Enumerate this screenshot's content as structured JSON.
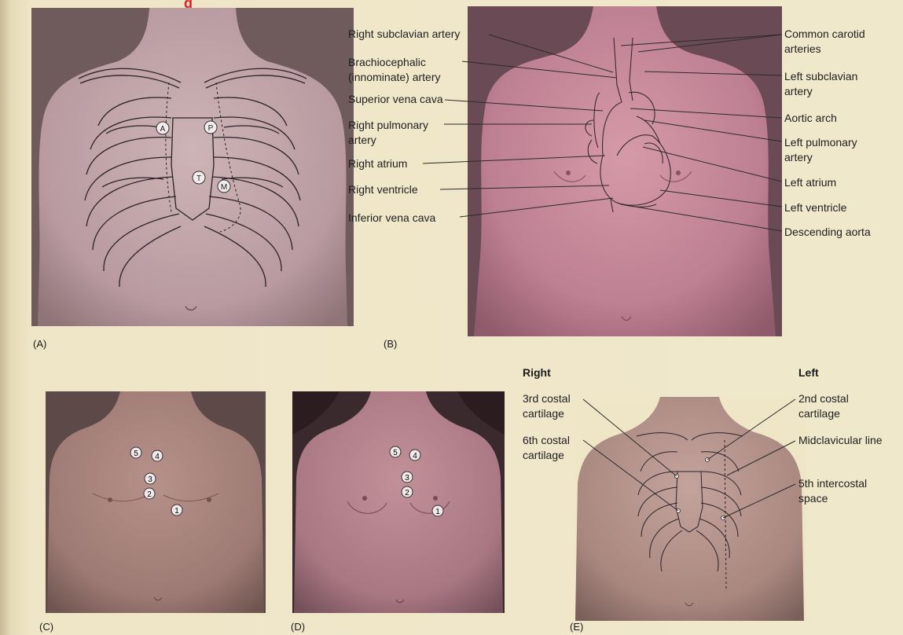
{
  "title_fragment": "g",
  "panels": {
    "A": {
      "label": "(A)",
      "markers": [
        "A",
        "P",
        "T",
        "M"
      ]
    },
    "B": {
      "label": "(B)",
      "left_labels": [
        "Right subclavian artery",
        "Brachiocephalic (innominate) artery",
        "Superior vena cava",
        "Right pulmonary artery",
        "Right atrium",
        "Right ventricle",
        "Inferior vena cava"
      ],
      "right_labels": [
        "Common carotid arteries",
        "Left subclavian artery",
        "Aortic arch",
        "Left pulmonary artery",
        "Left atrium",
        "Left ventricle",
        "Descending aorta"
      ]
    },
    "C": {
      "label": "(C)",
      "markers": [
        "5",
        "4",
        "3",
        "2",
        "1"
      ]
    },
    "D": {
      "label": "(D)",
      "markers": [
        "5",
        "4",
        "3",
        "2",
        "1"
      ]
    },
    "E": {
      "label": "(E)",
      "right_header": "Right",
      "left_header": "Left",
      "right_labels": [
        "3rd costal cartilage",
        "6th costal cartilage"
      ],
      "left_labels": [
        "2nd costal cartilage",
        "Midclavicular line",
        "5th intercostal space"
      ]
    }
  },
  "colors": {
    "skin_A": "#bfa3a8",
    "skin_B": "#c4899a",
    "skin_C": "#a8857f",
    "skin_D": "#b08088",
    "skin_E": "#b9978f",
    "accent_title": "#d0242a"
  }
}
